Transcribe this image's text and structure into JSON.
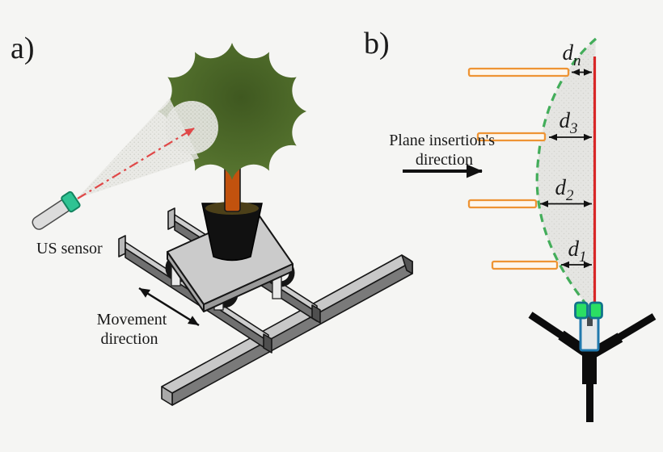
{
  "panel_a": {
    "label": "a)",
    "sensor_label": "US sensor",
    "movement_line1": "Movement",
    "movement_line2": "direction"
  },
  "panel_b": {
    "label": "b)",
    "insertion_line1": "Plane insertion's",
    "insertion_line2": "direction",
    "distances": [
      {
        "base": "d",
        "sub": "n"
      },
      {
        "base": "d",
        "sub": "3"
      },
      {
        "base": "d",
        "sub": "2"
      },
      {
        "base": "d",
        "sub": "1"
      }
    ]
  },
  "colors": {
    "background": "#f5f5f3",
    "red_line": "#d82727",
    "beam_red": "#e04848",
    "dash_green": "#43ad5a",
    "bar_orange": "#ee9434",
    "bar_fill": "#fdf7ee",
    "canopy_dark": "#415a21",
    "canopy_light": "#628038",
    "trunk": "#c2520e",
    "pot": "#111111",
    "soil": "#4c4019",
    "sensor_teal": "#2fc393",
    "sensor_green": "#2bdf63",
    "sensor_outline": "#11738b",
    "sensor_body_blue": "#2078ad",
    "metal_light": "#cdcdcd",
    "metal_dark": "#707070",
    "tripod_black": "#0c0c0c"
  }
}
